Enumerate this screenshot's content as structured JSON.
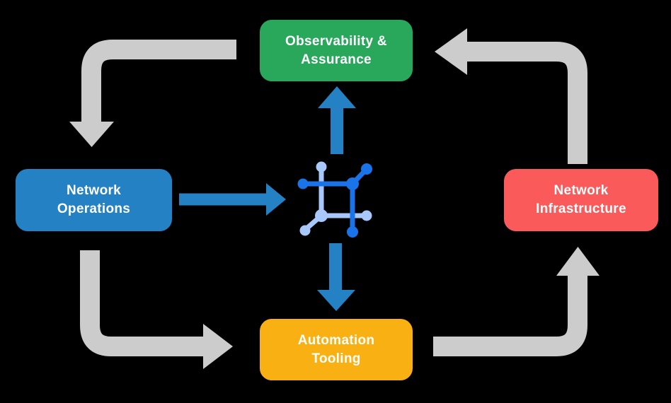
{
  "colors": {
    "background": "#000000",
    "text-white": "#FFFFFF",
    "node-green": "#29A85C",
    "node-blue": "#2481C3",
    "node-red": "#FA5A5A",
    "node-yellow": "#F9B013",
    "arrow-gray": "#CCCCCC",
    "arrow-blue": "#2481C3",
    "icon-dark-blue": "#1A73E8",
    "icon-light-blue": "#A8C7FA"
  },
  "nodes": {
    "observability": {
      "label": [
        "Observability &",
        "Assurance"
      ]
    },
    "operations": {
      "label": [
        "Network",
        "Operations"
      ]
    },
    "infrastructure": {
      "label": [
        "Network",
        "Infrastructure"
      ]
    },
    "automation": {
      "label": [
        "Automation",
        "Tooling"
      ]
    }
  },
  "icons": {
    "center": "network-mesh-icon"
  }
}
